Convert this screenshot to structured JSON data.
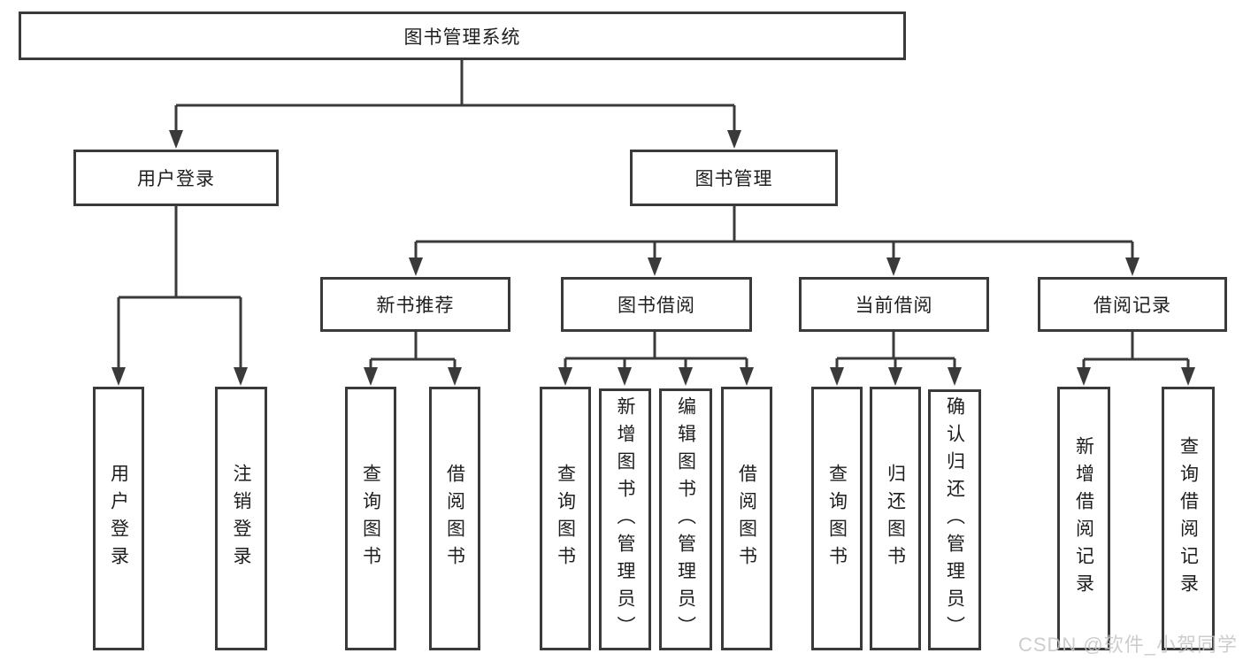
{
  "diagram_title": "图书管理系统",
  "tree": {
    "label": "图书管理系统",
    "children": [
      {
        "label": "用户登录",
        "children": [
          {
            "label": "用户登录"
          },
          {
            "label": "注销登录"
          }
        ]
      },
      {
        "label": "图书管理",
        "children": [
          {
            "label": "新书推荐",
            "children": [
              {
                "label": "查询图书"
              },
              {
                "label": "借阅图书"
              }
            ]
          },
          {
            "label": "图书借阅",
            "children": [
              {
                "label": "查询图书"
              },
              {
                "label": "新增图书（管理员）"
              },
              {
                "label": "编辑图书（管理员）"
              },
              {
                "label": "借阅图书"
              }
            ]
          },
          {
            "label": "当前借阅",
            "children": [
              {
                "label": "查询图书"
              },
              {
                "label": "归还图书"
              },
              {
                "label": "确认归还（管理员）"
              }
            ]
          },
          {
            "label": "借阅记录",
            "children": [
              {
                "label": "新增借阅记录"
              },
              {
                "label": "查询借阅记录"
              }
            ]
          }
        ]
      }
    ]
  },
  "watermark": "CSDN @软件_小贺同学",
  "colors": {
    "line": "#3a3a3a",
    "text": "#1e1e1e",
    "background": "#ffffff",
    "watermark": "#c5c5c5"
  }
}
